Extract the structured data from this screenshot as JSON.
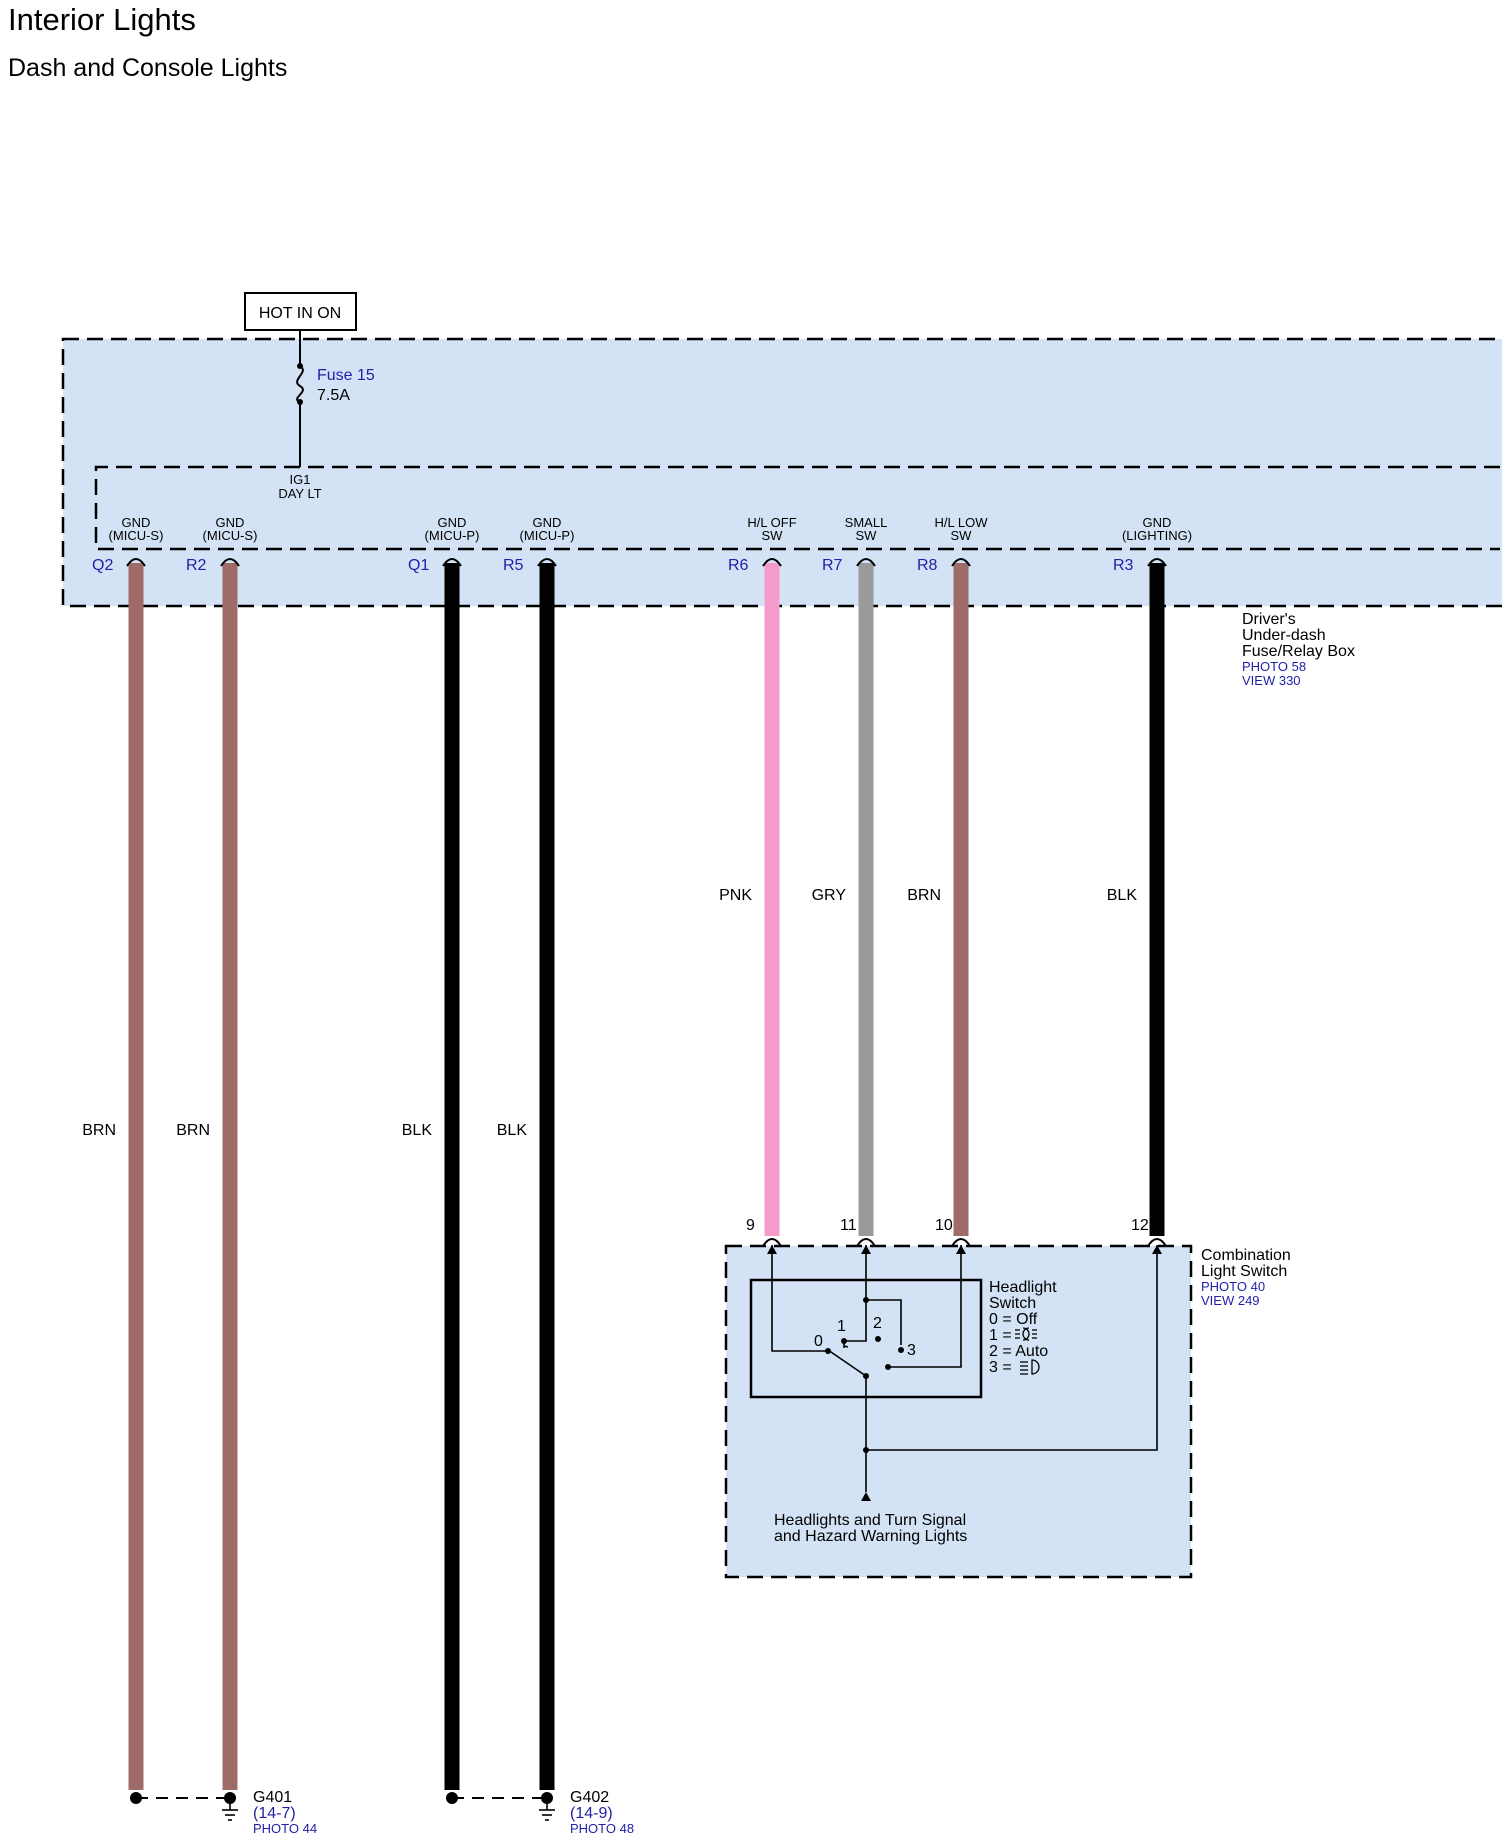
{
  "title": "Interior Lights",
  "subtitle": "Dash and Console Lights",
  "power_source": "HOT IN ON",
  "fuse": {
    "name": "Fuse 15",
    "rating": "7.5A"
  },
  "fuse_output": {
    "line1": "IG1",
    "line2": "DAY LT"
  },
  "fuse_box": {
    "name_lines": [
      "Driver's",
      "Under-dash",
      "Fuse/Relay Box"
    ],
    "photo": "PHOTO 58",
    "view": "VIEW 330"
  },
  "terminals": [
    {
      "cavity": "Q2",
      "pin_line1": "GND",
      "pin_line2": "(MICU-S)",
      "color": "BRN",
      "hex": "#9e6b68"
    },
    {
      "cavity": "R2",
      "pin_line1": "GND",
      "pin_line2": "(MICU-S)",
      "color": "BRN",
      "hex": "#9e6b68"
    },
    {
      "cavity": "Q1",
      "pin_line1": "GND",
      "pin_line2": "(MICU-P)",
      "color": "BLK",
      "hex": "#000000"
    },
    {
      "cavity": "R5",
      "pin_line1": "GND",
      "pin_line2": "(MICU-P)",
      "color": "BLK",
      "hex": "#000000"
    },
    {
      "cavity": "R6",
      "pin_line1": "H/L OFF",
      "pin_line2": "SW",
      "color": "PNK",
      "hex": "#f59bcb",
      "switch_pin": "9"
    },
    {
      "cavity": "R7",
      "pin_line1": "SMALL",
      "pin_line2": "SW",
      "color": "GRY",
      "hex": "#9a9a9a",
      "switch_pin": "11"
    },
    {
      "cavity": "R8",
      "pin_line1": "H/L LOW",
      "pin_line2": "SW",
      "color": "BRN",
      "hex": "#9e6b68",
      "switch_pin": "10"
    },
    {
      "cavity": "R3",
      "pin_line1": "GND",
      "pin_line2": "(LIGHTING)",
      "color": "BLK",
      "hex": "#000000",
      "switch_pin": "12"
    }
  ],
  "combination_switch": {
    "name_lines": [
      "Combination",
      "Light Switch"
    ],
    "photo": "PHOTO 40",
    "view": "VIEW 249"
  },
  "headlight_switch": {
    "name_lines": [
      "Headlight",
      "Switch"
    ],
    "legend": [
      "0 = Off",
      "1 = ",
      "2 = Auto",
      "3 = "
    ],
    "positions": [
      "0",
      "1",
      "2",
      "3"
    ]
  },
  "output_note": [
    "Headlights and Turn Signal",
    "and Hazard Warning Lights"
  ],
  "grounds": [
    {
      "name": "G401",
      "ref": "(14-7)",
      "photo": "PHOTO 44"
    },
    {
      "name": "G402",
      "ref": "(14-9)",
      "photo": "PHOTO 48"
    }
  ],
  "colors": {
    "connector_fill": "#d3e3f5",
    "link_blue": "#1f1fa8"
  }
}
